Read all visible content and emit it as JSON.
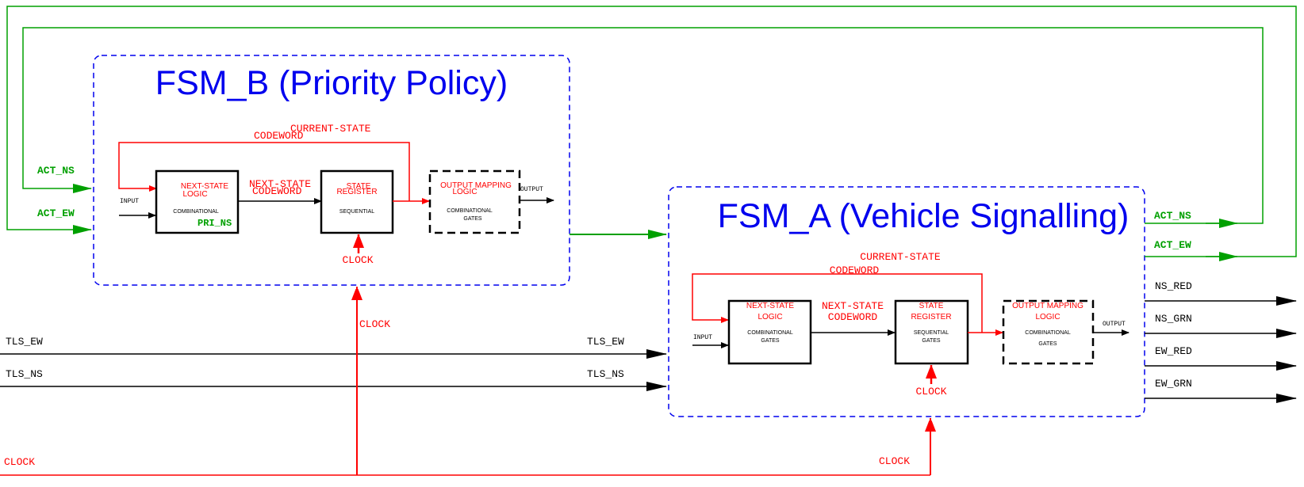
{
  "colors": {
    "blue": "#0000ee",
    "red": "#ff0000",
    "green": "#00a000",
    "black": "#000000"
  },
  "fsm_b": {
    "title": "FSM_B (Priority Policy)",
    "input_label": "INPUT",
    "current_state_label": "CURRENT-STATE",
    "current_state_codeword": "CODEWORD",
    "next_state_block": {
      "title_1": "NEXT-STATE",
      "title_2": "LOGIC",
      "sub_1": "COMBINATIONAL"
    },
    "next_state_signal": "NEXT-STATE",
    "next_state_codeword": "CODEWORD",
    "state_register_block": {
      "title_1": "STATE",
      "title_2": "REGISTER",
      "sub_1": "SEQUENTIAL"
    },
    "output_mapping_block": {
      "title_1": "OUTPUT MAPPING",
      "title_2": "LOGIC",
      "sub_1": "COMBINATIONAL",
      "sub_2": "GATES"
    },
    "output_label": "OUTPUT",
    "clock_label": "CLOCK",
    "pri_ns_label": "PRI_NS",
    "act_ns_in": "ACT_NS",
    "act_ew_in": "ACT_EW"
  },
  "fsm_a": {
    "title": "FSM_A (Vehicle Signalling)",
    "input_label": "INPUT",
    "current_state_label": "CURRENT-STATE",
    "current_state_codeword": "CODEWORD",
    "next_state_block": {
      "title_1": "NEXT-STATE",
      "title_2": "LOGIC",
      "sub_1": "COMBINATIONAL",
      "sub_2": "GATES"
    },
    "next_state_signal": "NEXT-STATE",
    "next_state_codeword": "CODEWORD",
    "state_register_block": {
      "title_1": "STATE",
      "title_2": "REGISTER",
      "sub_1": "SEQUENTIAL",
      "sub_2": "GATES"
    },
    "output_mapping_block": {
      "title_1": "OUTPUT MAPPING",
      "title_2": "LOGIC",
      "sub_1": "COMBINATIONAL",
      "sub_2": "GATES"
    },
    "output_label": "OUTPUT",
    "clock_label": "CLOCK",
    "act_ns_out": "ACT_NS",
    "act_ew_out": "ACT_EW"
  },
  "inputs": {
    "tls_ew_left": "TLS_EW",
    "tls_ns_left": "TLS_NS",
    "tls_ew_right": "TLS_EW",
    "tls_ns_right": "TLS_NS"
  },
  "clocks": {
    "main_left": "CLOCK",
    "to_fsm_b": "CLOCK",
    "to_fsm_a": "CLOCK"
  },
  "outputs": [
    "NS_RED",
    "NS_GRN",
    "EW_RED",
    "EW_GRN"
  ]
}
